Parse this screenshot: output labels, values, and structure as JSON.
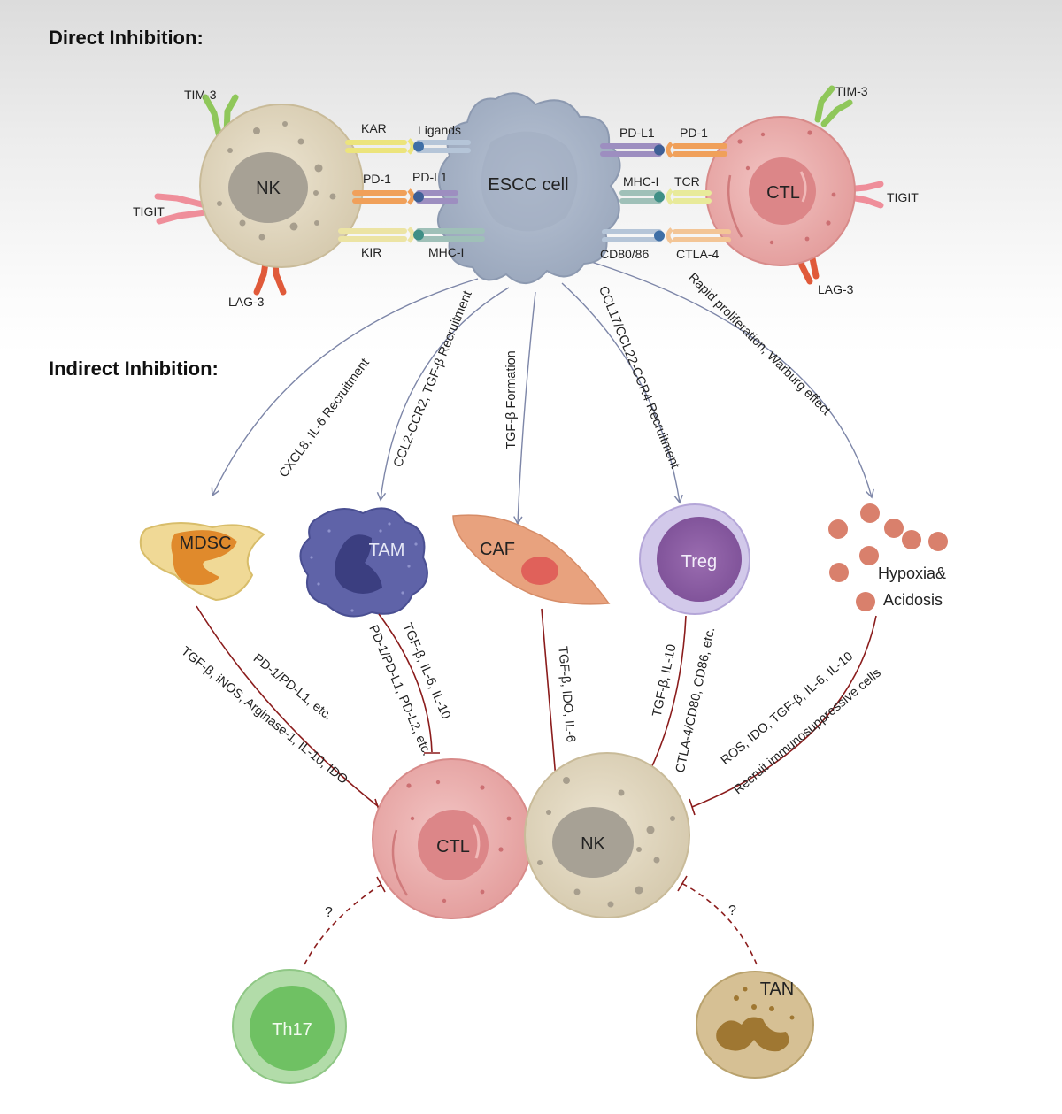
{
  "headings": {
    "direct": "Direct Inhibition:",
    "indirect": "Indirect Inhibition:"
  },
  "top_cells": {
    "nk": "NK",
    "escc": "ESCC cell",
    "ctl": "CTL"
  },
  "receptor_labels": {
    "nk_tim3": "TIM-3",
    "nk_tigit": "TIGIT",
    "nk_lag3": "LAG-3",
    "ctl_tim3": "TIM-3",
    "ctl_tigit": "TIGIT",
    "ctl_lag3": "LAG-3"
  },
  "left_pairs": [
    {
      "receptor": "KAR",
      "ligand": "Ligands"
    },
    {
      "receptor": "PD-1",
      "ligand": "PD-L1"
    },
    {
      "receptor": "KIR",
      "ligand": "MHC-I"
    }
  ],
  "right_pairs": [
    {
      "ligand": "PD-L1",
      "receptor": "PD-1"
    },
    {
      "ligand": "MHC-I",
      "receptor": "TCR"
    },
    {
      "ligand": "CD80/86",
      "receptor": "CTLA-4"
    }
  ],
  "recruitment_arrows": [
    "CXCL8, IL-6 Recruitment",
    "CCL2-CCR2, TGF-β Recruitment",
    "TGF-β Formation",
    "CCL17/CCL22-CCR4 Recruitment",
    "Rapid proliferation, Warburg effect"
  ],
  "mid_cells": {
    "mdsc": "MDSC",
    "tam": "TAM",
    "caf": "CAF",
    "treg": "Treg",
    "hypoxia_1": "Hypoxia&",
    "hypoxia_2": "Acidosis"
  },
  "inhibition_labels": {
    "mdsc_1": "PD-1/PD-L1, etc.",
    "mdsc_2": "TGF-β, iNOS, Arginase-1, IL-10, IDO",
    "tam_1": "TGF-β, IL-6, IL-10",
    "tam_2": "PD-1/PD-L1, PD-L2, etc.",
    "caf_1": "TGF-β, IDO, IL-6",
    "treg_1": "TGF-β, IL-10",
    "treg_2": "CTLA-4/CD80, CD86, etc.",
    "hyp_1": "ROS, IDO, TGF-β, IL-6, IL-10",
    "hyp_2": "Recruit immunosuppressive cells"
  },
  "bottom_cells": {
    "ctl": "CTL",
    "nk": "NK",
    "th17": "Th17",
    "tan": "TAN"
  },
  "unknown_marks": {
    "left": "?",
    "right": "?"
  },
  "colors": {
    "arrow": "#7d86a8",
    "inhibit": "#8b1c1c",
    "nk_body": "#ddd3bb",
    "ctl_body": "#e8a9a8",
    "escc_body": "#a9b5c8",
    "tam_body": "#5f63a8",
    "treg_body": "#a99cc8",
    "caf_body": "#e59a78",
    "mdsc_body": "#eed68f",
    "th17_body": "#8fcf87",
    "tan_body": "#d6c094",
    "hypoxia_dot": "#d9806c"
  }
}
